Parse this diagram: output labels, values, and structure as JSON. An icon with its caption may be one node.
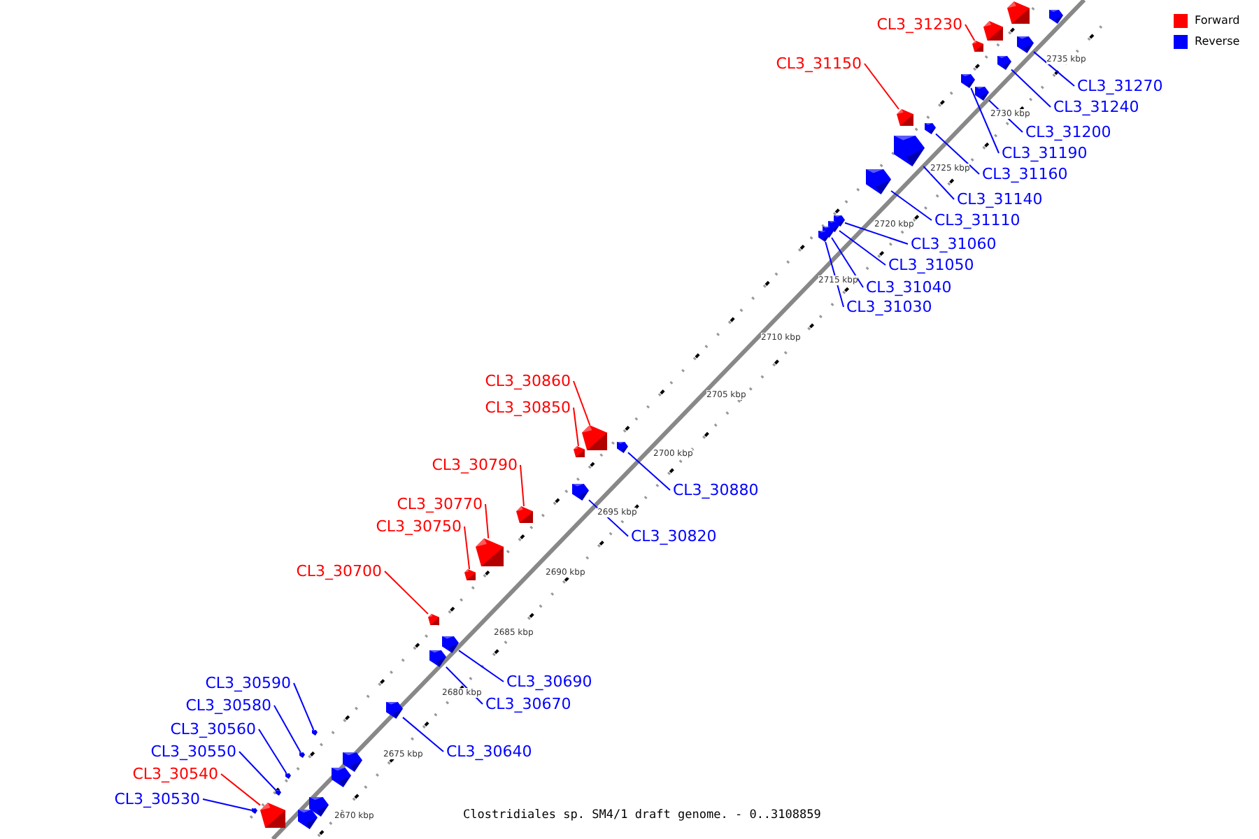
{
  "diagram": {
    "caption": "Clostridiales sp. SM4/1 draft genome. - 0..3108859",
    "nodes": [
      {
        "text": [
          "CL3_31230"
        ]
      },
      {
        "text": [
          "CL3_31150"
        ]
      },
      {
        "text": [
          "CL3_31270"
        ]
      },
      {
        "text": [
          "CL3_31240"
        ]
      },
      {
        "text": [
          "CL3_31200"
        ]
      },
      {
        "text": [
          "CL3_31190"
        ]
      },
      {
        "text": [
          "CL3_31160"
        ]
      },
      {
        "text": [
          "CL3_31140"
        ]
      },
      {
        "text": [
          "CL3_31110"
        ]
      },
      {
        "text": [
          "CL3_31060"
        ]
      },
      {
        "text": [
          "CL3_31050"
        ]
      },
      {
        "text": [
          "CL3_31040"
        ]
      },
      {
        "text": [
          "CL3_31030"
        ]
      },
      {
        "text": [
          "CL3_30860"
        ]
      },
      {
        "text": [
          "CL3_30850"
        ]
      },
      {
        "text": [
          "CL3_30790"
        ]
      },
      {
        "text": [
          "CL3_30880"
        ]
      },
      {
        "text": [
          "CL3_30770"
        ]
      },
      {
        "text": [
          "CL3_30750"
        ]
      },
      {
        "text": [
          "CL3_30820"
        ]
      },
      {
        "text": [
          "CL3_30700"
        ]
      },
      {
        "text": [
          "CL3_30690"
        ]
      },
      {
        "text": [
          "CL3_30590"
        ]
      },
      {
        "text": [
          "CL3_30670"
        ]
      },
      {
        "text": [
          "CL3_30580"
        ]
      },
      {
        "text": [
          "CL3_30560"
        ]
      },
      {
        "text": [
          "CL3_30640"
        ]
      },
      {
        "text": [
          "CL3_30550"
        ]
      },
      {
        "text": [
          "CL3_30540"
        ]
      },
      {
        "text": [
          "CL3_30530"
        ]
      },
      {
        "text": [],
        "shape": "box"
      },
      {
        "text": [],
        "shape": "box"
      },
      {
        "text": [],
        "shape": "box"
      },
      {
        "text": [],
        "shape": "box"
      },
      {
        "text": [],
        "shape": "box"
      },
      {
        "text": [],
        "shape": "box"
      },
      {
        "text": [],
        "shape": "box"
      },
      {
        "text": [],
        "shape": "box"
      },
      {
        "text": [],
        "shape": "box"
      },
      {
        "text": [],
        "shape": "box"
      },
      {
        "text": [],
        "shape": "box"
      },
      {
        "text": [],
        "shape": "box"
      },
      {
        "text": [],
        "shape": "box"
      },
      {
        "text": [],
        "shape": "box"
      },
      {
        "text": [],
        "shape": "box"
      },
      {
        "text": [],
        "shape": "box"
      },
      {
        "text": [],
        "shape": "box"
      },
      {
        "text": [],
        "shape": "box"
      },
      {
        "text": [],
        "shape": "box"
      },
      {
        "text": [],
        "shape": "box"
      },
      {
        "text": [],
        "shape": "box"
      },
      {
        "text": [],
        "shape": "box"
      },
      {
        "text": [],
        "shape": "box"
      },
      {
        "text": [],
        "shape": "box"
      },
      {
        "text": [],
        "shape": "box"
      },
      {
        "text": [],
        "shape": "box"
      },
      {
        "text": [],
        "shape": "box"
      },
      {
        "text": [],
        "shape": "box"
      },
      {
        "text": [],
        "shape": "box"
      },
      {
        "text": [],
        "shape": "box"
      },
      {
        "text": [],
        "shape": "box"
      },
      {
        "text": [],
        "shape": "box"
      },
      {
        "text": [],
        "shape": "box"
      },
      {
        "text": [],
        "shape": "box"
      },
      {
        "text": [],
        "shape": "box"
      },
      {
        "text": [],
        "shape": "box"
      },
      {
        "text": [],
        "shape": "box"
      }
    ],
    "edges": [
      {
        "from": 0,
        "to": 34,
        "arrow": "none",
        "color": "#ff0000"
      },
      {
        "from": 1,
        "to": 38,
        "arrow": "none",
        "color": "#ff0000"
      },
      {
        "from": 2,
        "to": 33,
        "arrow": "none"
      },
      {
        "from": 3,
        "to": 35,
        "arrow": "none"
      },
      {
        "from": 4,
        "to": 37,
        "arrow": "none"
      },
      {
        "from": 5,
        "to": 36,
        "arrow": "none"
      },
      {
        "from": 6,
        "to": 39,
        "arrow": "none"
      },
      {
        "from": 7,
        "to": 40,
        "arrow": "none"
      },
      {
        "from": 8,
        "to": 41,
        "arrow": "none"
      },
      {
        "from": 9,
        "to": 42,
        "arrow": "none"
      },
      {
        "from": 10,
        "to": 43,
        "arrow": "none"
      },
      {
        "from": 11,
        "to": 44,
        "arrow": "none"
      },
      {
        "from": 12,
        "to": 45,
        "arrow": "none"
      },
      {
        "from": 13,
        "to": 46,
        "arrow": "none",
        "color": "#ff0000"
      },
      {
        "from": 14,
        "to": 48,
        "arrow": "none",
        "color": "#ff0000"
      },
      {
        "from": 15,
        "to": 50,
        "arrow": "none",
        "color": "#ff0000"
      },
      {
        "from": 16,
        "to": 47,
        "arrow": "none"
      },
      {
        "from": 17,
        "to": 51,
        "arrow": "none",
        "color": "#ff0000"
      },
      {
        "from": 18,
        "to": 52,
        "arrow": "none",
        "color": "#ff0000"
      },
      {
        "from": 19,
        "to": 49,
        "arrow": "none"
      },
      {
        "from": 20,
        "to": 53,
        "arrow": "none",
        "color": "#ff0000"
      },
      {
        "from": 21,
        "to": 54,
        "arrow": "none"
      },
      {
        "from": 22,
        "to": 57,
        "arrow": "none"
      },
      {
        "from": 23,
        "to": 55,
        "arrow": "none"
      },
      {
        "from": 24,
        "to": 58,
        "arrow": "none"
      },
      {
        "from": 25,
        "to": 60,
        "arrow": "none"
      },
      {
        "from": 26,
        "to": 56,
        "arrow": "none"
      },
      {
        "from": 27,
        "to": 62,
        "arrow": "none"
      },
      {
        "from": 28,
        "to": 65,
        "arrow": "none",
        "color": "#ff0000"
      },
      {
        "from": 29,
        "to": 64,
        "arrow": "none"
      }
    ],
    "labels": [
      "2735 kbp",
      "2730 kbp",
      "2725 kbp",
      "2720 kbp",
      "2715 kbp",
      "2710 kbp",
      "2705 kbp",
      "2700 kbp",
      "2695 kbp",
      "2690 kbp",
      "2685 kbp",
      "2680 kbp",
      "2675 kbp",
      "2670 kbp"
    ],
    "legend": [
      {
        "text": "Forward",
        "color": "#ff0000"
      },
      {
        "text": "Reverse",
        "color": "#0000ff"
      }
    ]
  }
}
